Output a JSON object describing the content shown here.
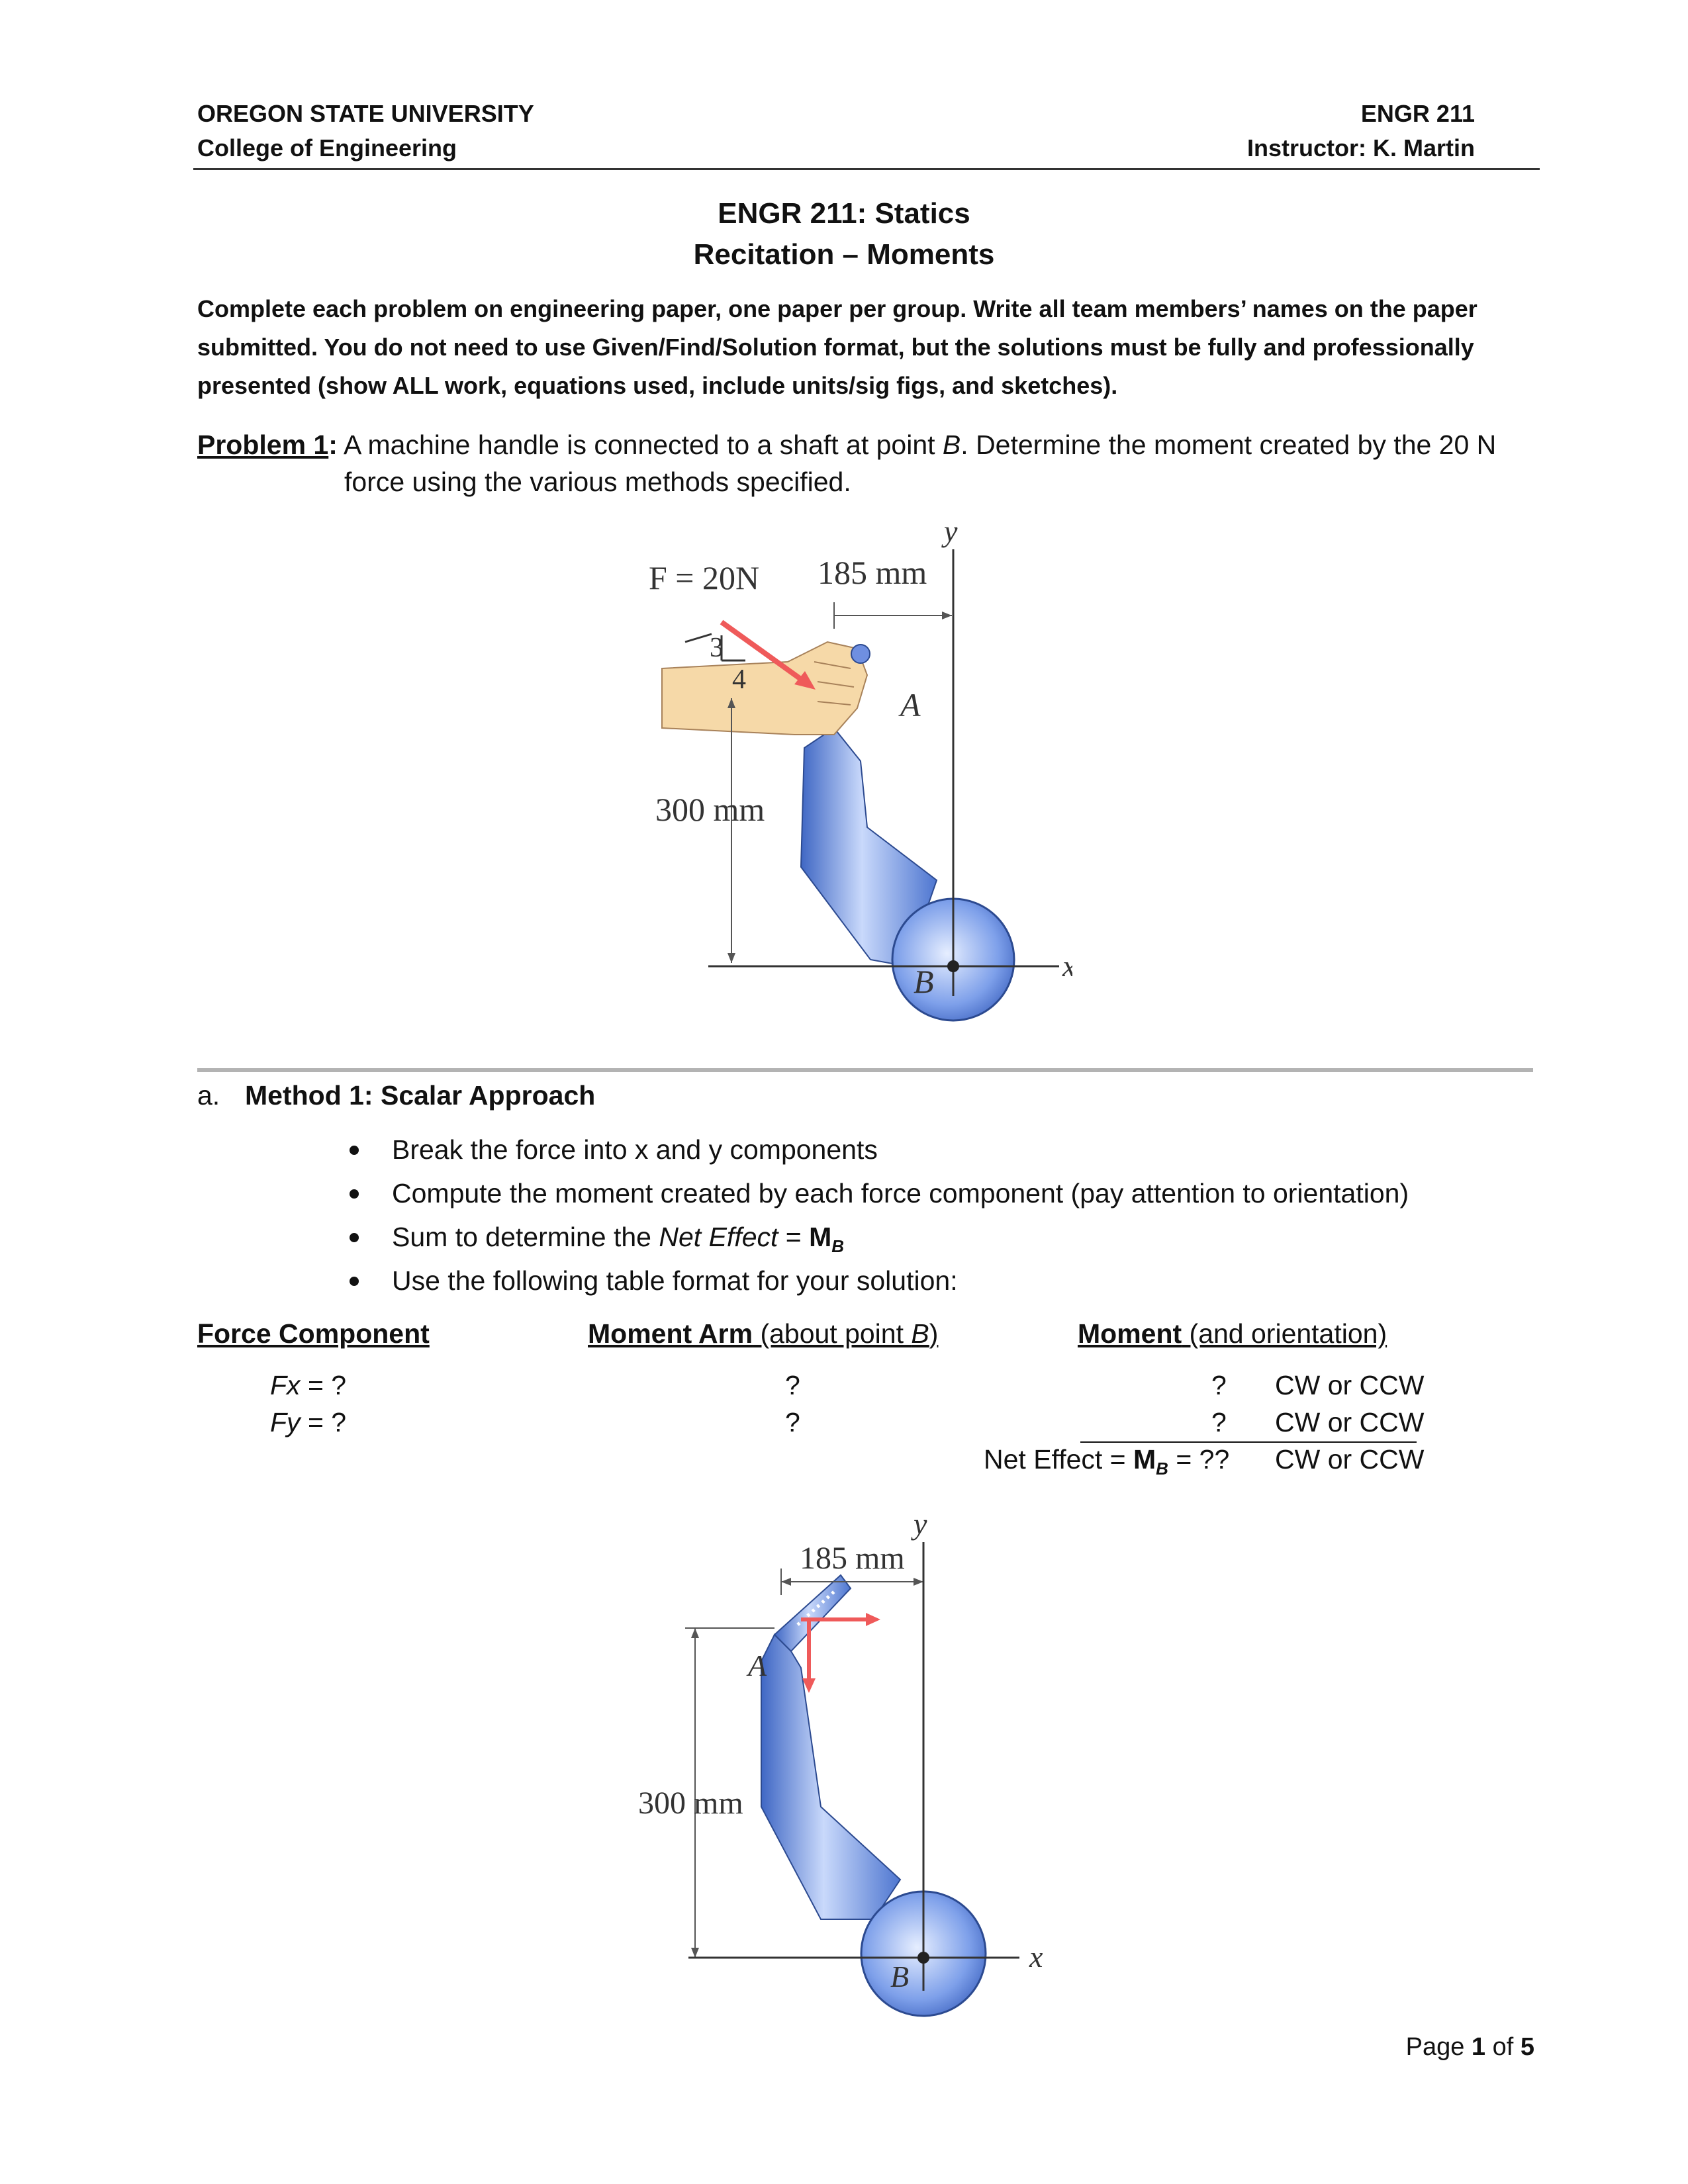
{
  "header": {
    "university": "OREGON STATE UNIVERSITY",
    "college": "College of Engineering",
    "course": "ENGR 211",
    "instructor": "Instructor:  K. Martin"
  },
  "title": {
    "line1": "ENGR 211:  Statics",
    "line2": "Recitation – Moments"
  },
  "instructions": "Complete each problem on engineering paper, one paper per group.  Write all team members’ names on the paper submitted.  You do not need to use Given/Find/Solution format, but the solutions must be fully and professionally presented (show ALL work, equations used, include units/sig figs, and sketches).",
  "problem1": {
    "label": "Problem 1",
    "colon": ":",
    "text_a": "A machine handle is connected to a shaft at point ",
    "point": "B",
    "text_b": ".  Determine the moment created by the 20 N",
    "text_c": "force using the various methods specified."
  },
  "figure1": {
    "force_label": "F = 20N",
    "dim_horizontal": "185 mm",
    "dim_vertical": "300 mm",
    "slope_3": "3",
    "slope_4": "4",
    "point_a": "A",
    "point_b": "B",
    "axis_x": "x",
    "axis_y": "y"
  },
  "method1": {
    "letter": "a.",
    "heading": "Method 1:  Scalar Approach",
    "bullets": {
      "b1": "Break the force into x and y components",
      "b2": "Compute the moment created by each force component (pay attention to orientation)",
      "b3_pre": "Sum to determine the ",
      "b3_ital": "Net Effect",
      "b3_eq": " = ",
      "b3_m": "M",
      "b3_sub": "B",
      "b4": "Use the following table format for your solution:"
    }
  },
  "table": {
    "col1": "Force Component",
    "col2_bold": "Moment Arm",
    "col2_rest_pre": " (about point ",
    "col2_point": "B",
    "col2_close": ")",
    "col3_bold": "Moment",
    "col3_rest": " (and orientation)",
    "rows": [
      {
        "comp": "Fx",
        "eq": " = ?",
        "arm": "?",
        "moment": "?",
        "orient": "CW or CCW"
      },
      {
        "comp": "Fy",
        "eq": " = ?",
        "arm": "?",
        "moment": "?",
        "orient": "CW or CCW"
      }
    ],
    "net_label": "Net Effect =  ",
    "net_m": "M",
    "net_sub": "B",
    "net_eq": " =  ??",
    "net_orient": "CW or CCW"
  },
  "figure2": {
    "dim_horizontal": "185 mm",
    "dim_vertical": "300 mm",
    "point_a": "A",
    "point_b": "B",
    "axis_x": "x",
    "axis_y": "y"
  },
  "footer": {
    "page_pre": "Page ",
    "page_num": "1",
    "page_of": " of ",
    "page_total": "5"
  },
  "colors": {
    "rule": "#333333",
    "divider": "#b3b3b3",
    "handle_blue": "#5f86d8",
    "force_red": "#ef5a5a"
  }
}
